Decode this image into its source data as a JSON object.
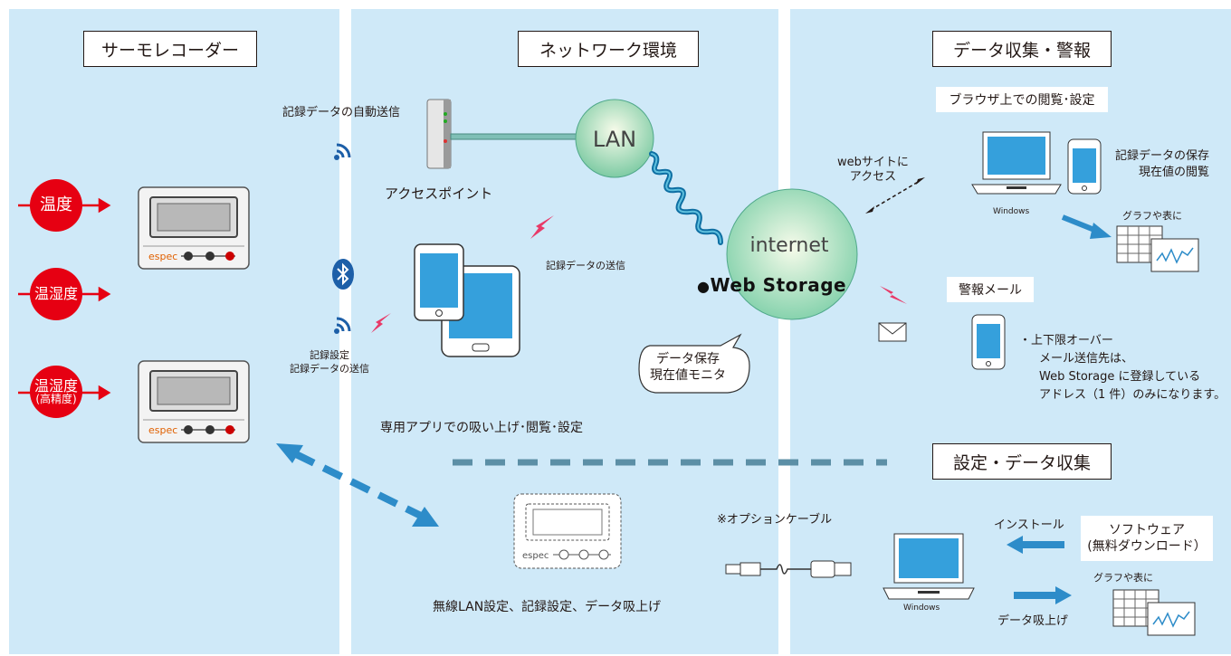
{
  "sections": {
    "left": "サーモレコーダー",
    "middle": "ネットワーク環境",
    "right": "データ収集・警報",
    "settings": "設定・データ収集"
  },
  "sensors": {
    "temp": "温度",
    "temp_humid": "温湿度",
    "temp_humid_hp": "温湿度",
    "hp_note": "(高精度)"
  },
  "labels": {
    "auto_send": "記録データの自動送信",
    "access_point": "アクセスポイント",
    "send_data": "記録データの送信",
    "rec_settings_1": "記録設定",
    "rec_settings_2": "記録データの送信",
    "app_caption": "専用アプリでの吸い上げ･閲覧･設定",
    "lan": "LAN",
    "internet": "internet",
    "web_storage": "Web Storage",
    "bubble_1": "データ保存",
    "bubble_2": "現在値モニタ",
    "web_access_1": "webサイトに",
    "web_access_2": "アクセス",
    "browser": "ブラウザ上での閲覧･設定",
    "rec_save_1": "記録データの保存",
    "rec_save_2": "現在値の閲覧",
    "windows": "Windows",
    "graph": "グラフや表に",
    "alarm_mail": "警報メール",
    "alarm_1": "・上下限オーバー",
    "alarm_2": "メール送信先は、",
    "alarm_3": "Web Storage に登録している",
    "alarm_4": "アドレス（1 件）のみになります。",
    "wireless_caption": "無線LAN設定、記録設定、データ吸上げ",
    "option_cable": "※オプションケーブル",
    "install": "インストール",
    "software_1": "ソフトウェア",
    "software_2": "(無料ダウンロード）",
    "data_collect": "データ吸上げ",
    "brand": "espec"
  },
  "colors": {
    "panel": "#cfe9f8",
    "red": "#e60012",
    "blue": "#2d8cc9",
    "navy": "#1d5fa8",
    "dash": "#5c8fa6"
  }
}
